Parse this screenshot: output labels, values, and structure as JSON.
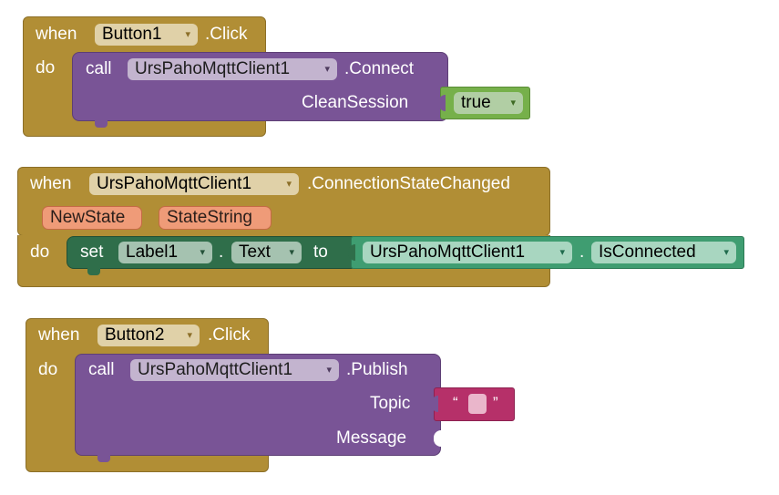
{
  "block1": {
    "when": "when",
    "component": "Button1",
    "event": ".Click",
    "do": "do",
    "call": "call",
    "target": "UrsPahoMqttClient1",
    "method": ".Connect",
    "param_label": "CleanSession",
    "value": "true"
  },
  "block2": {
    "when": "when",
    "component": "UrsPahoMqttClient1",
    "event": ".ConnectionStateChanged",
    "params": [
      "NewState",
      "StateString"
    ],
    "do": "do",
    "set": "set",
    "set_component": "Label1",
    "dot": ".",
    "set_property": "Text",
    "to": "to",
    "get_component": "UrsPahoMqttClient1",
    "get_property": "IsConnected"
  },
  "block3": {
    "when": "when",
    "component": "Button2",
    "event": ".Click",
    "do": "do",
    "call": "call",
    "target": "UrsPahoMqttClient1",
    "method": ".Publish",
    "param_topic": "Topic",
    "param_message": "Message",
    "quote_open": "“",
    "quote_close": "”"
  },
  "icons": {
    "dropdown": "▾"
  },
  "colors": {
    "event_block": "#b18e35",
    "method_block": "#795496",
    "logic_block": "#76b04a",
    "setter_block": "#2f6e4a",
    "getter_block": "#3f9d71",
    "text_block": "#b63069",
    "param_chip": "#ef9b78"
  }
}
